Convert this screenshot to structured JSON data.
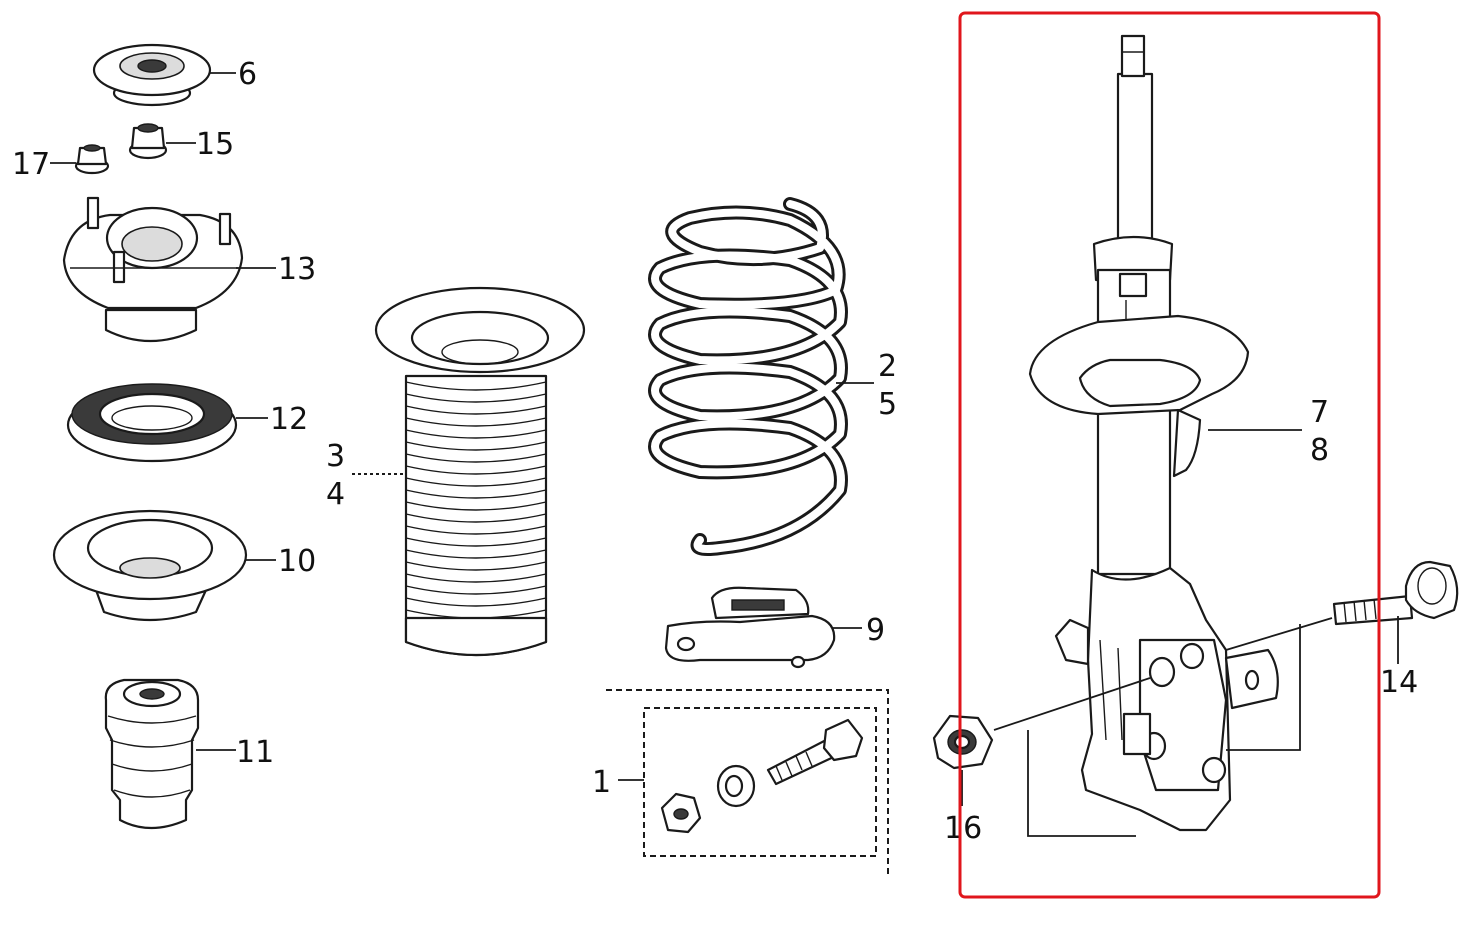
{
  "labels": {
    "p1": "1",
    "p2": "2",
    "p3": "3",
    "p4": "4",
    "p5": "5",
    "p6": "6",
    "p7": "7",
    "p8": "8",
    "p9": "9",
    "p10": "10",
    "p11": "11",
    "p12": "12",
    "p13": "13",
    "p14": "14",
    "p15": "15",
    "p16": "16",
    "p17": "17"
  },
  "colors": {
    "highlight": "#e0161c",
    "line": "#1a1a1a"
  }
}
